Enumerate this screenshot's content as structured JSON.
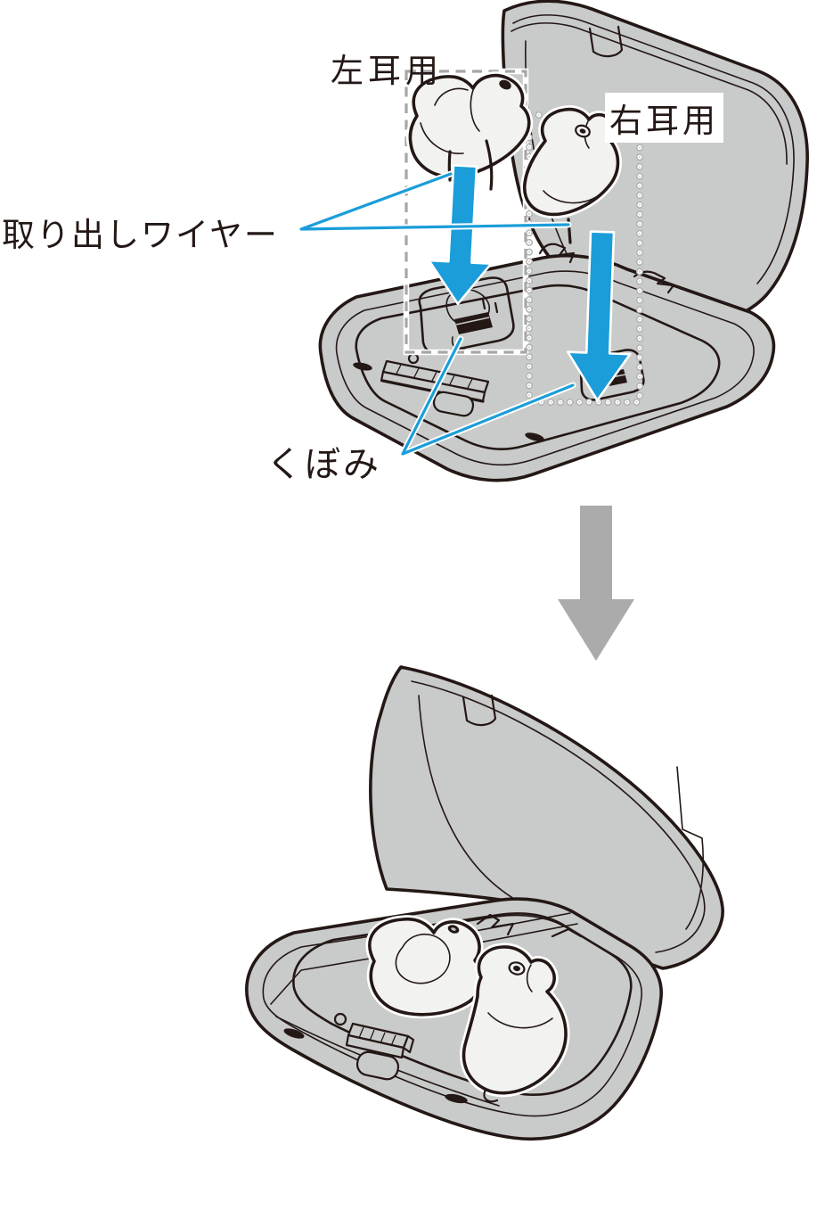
{
  "labels": {
    "left_ear": "左耳用",
    "right_ear": "右耳用",
    "removal_wire": "取り出しワイヤー",
    "recess": "くぼみ"
  },
  "colors": {
    "accent_blue": "#1B9DD9",
    "outline_dark": "#231815",
    "case_gray": "#C9CACA",
    "earbud_light": "#F2F2F0",
    "step_arrow_gray": "#ABABAB",
    "callout_box_gray": "#A6A6A6",
    "label_background": "#FFFFFF"
  },
  "icons": {
    "insert_arrow_left": "down-arrow",
    "insert_arrow_right": "down-arrow",
    "step_arrow": "down-arrow"
  }
}
